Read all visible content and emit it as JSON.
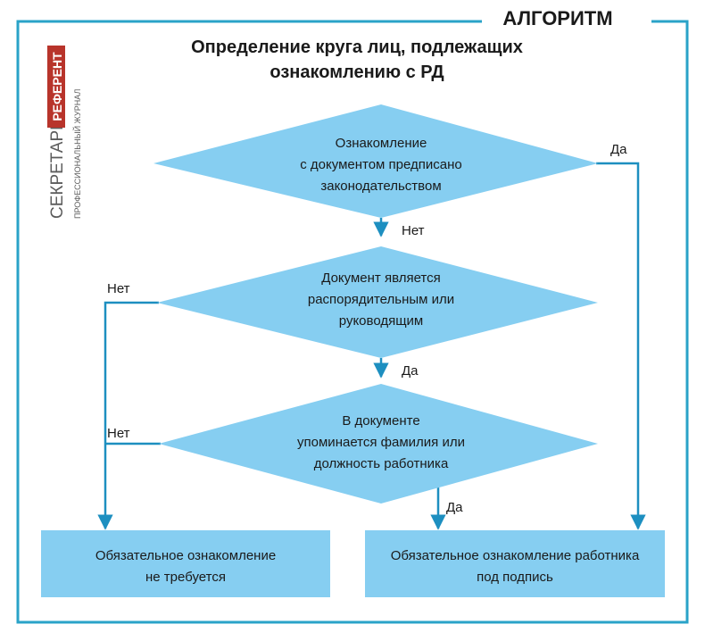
{
  "header": {
    "badge": "АЛГОРИТМ"
  },
  "title": {
    "lines": [
      "Определение круга лиц, подлежащих",
      "ознакомлению с РД"
    ]
  },
  "logo": {
    "word1": "СЕКРЕТАРЬ",
    "word2": "РЕФЕРЕНТ",
    "tagline": "ПРОФЕССИОНАЛЬНЫЙ ЖУРНАЛ"
  },
  "flow": {
    "decision1": {
      "lines": [
        "Ознакомление",
        "с документом предписано",
        "законодательством"
      ],
      "yes_label": "Да",
      "no_label": "Нет"
    },
    "decision2": {
      "lines": [
        "Документ является",
        "распорядительным или",
        "руководящим"
      ],
      "yes_label": "Да",
      "no_label": "Нет"
    },
    "decision3": {
      "lines": [
        "В документе",
        "упоминается фамилия или",
        "должность работника"
      ],
      "yes_label": "Да",
      "no_label": "Нет"
    },
    "result_left": {
      "lines": [
        "Обязательное ознакомление",
        "не требуется"
      ]
    },
    "result_right": {
      "lines": [
        "Обязательное ознакомление работника",
        "под подпись"
      ]
    }
  },
  "colors": {
    "frame": "#2aa3c8",
    "shape_fill": "#86cef1",
    "arrow": "#1d8fc0",
    "text": "#1a1a1a",
    "logo_red": "#b8342b",
    "logo_gray": "#5c5c5c"
  }
}
